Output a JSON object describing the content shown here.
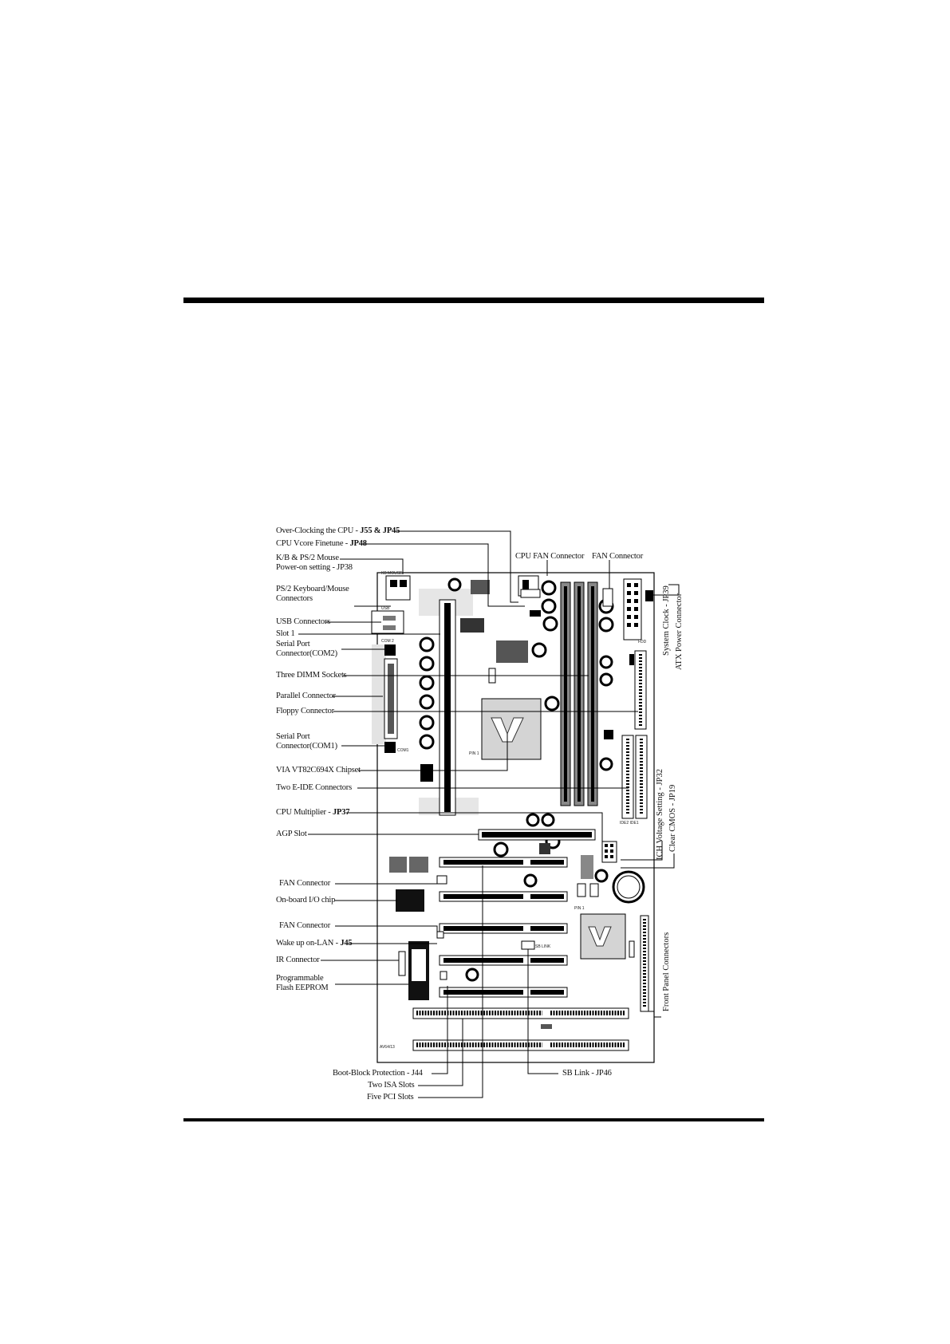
{
  "left_labels": [
    {
      "id": "overclock",
      "pre": "Over-Clocking the CPU  - ",
      "bold": "J55 & JP45",
      "lines": null
    },
    {
      "id": "vcore",
      "pre": "CPU Vcore Finetune - ",
      "bold": "JP48",
      "lines": null
    },
    {
      "id": "kb-power",
      "pre": "",
      "bold": "",
      "lines": [
        "K/B & PS/2 Mouse",
        "Power-on setting - JP38"
      ]
    },
    {
      "id": "ps2",
      "pre": "",
      "bold": "",
      "lines": [
        "PS/2 Keyboard/Mouse",
        "Connectors"
      ]
    },
    {
      "id": "usb",
      "pre": "USB Connectors",
      "bold": "",
      "lines": null
    },
    {
      "id": "slot1",
      "pre": "Slot 1",
      "bold": "",
      "lines": null
    },
    {
      "id": "com2",
      "pre": "",
      "bold": "",
      "lines": [
        "Serial Port",
        "Connector(COM2)"
      ]
    },
    {
      "id": "dimm",
      "pre": "Three DIMM Sockets",
      "bold": "",
      "lines": null
    },
    {
      "id": "parallel",
      "pre": "Parallel Connector",
      "bold": "",
      "lines": null
    },
    {
      "id": "floppy",
      "pre": "Floppy Connector",
      "bold": "",
      "lines": null
    },
    {
      "id": "com1",
      "pre": "",
      "bold": "",
      "lines": [
        "Serial Port",
        "Connector(COM1)"
      ]
    },
    {
      "id": "chipset",
      "pre": "VIA VT82C694X Chipset",
      "bold": "",
      "lines": null
    },
    {
      "id": "ide",
      "pre": "Two E-IDE Connectors",
      "bold": "",
      "lines": null
    },
    {
      "id": "multiplier",
      "pre": "CPU Multiplier - ",
      "bold": "JP37",
      "lines": null
    },
    {
      "id": "agp",
      "pre": "AGP Slot",
      "bold": "",
      "lines": null
    },
    {
      "id": "fan1",
      "pre": "FAN Connector",
      "bold": "",
      "lines": null
    },
    {
      "id": "io-chip",
      "pre": "On-board I/O chip",
      "bold": "",
      "lines": null
    },
    {
      "id": "fan2",
      "pre": "FAN Connector",
      "bold": "",
      "lines": null
    },
    {
      "id": "wol",
      "pre": "Wake up on-LAN - ",
      "bold": "J45",
      "lines": null
    },
    {
      "id": "ir",
      "pre": "IR Connector",
      "bold": "",
      "lines": null
    },
    {
      "id": "eeprom",
      "pre": "",
      "bold": "",
      "lines": [
        "Programmable",
        "Flash EEPROM"
      ]
    }
  ],
  "top_labels": {
    "cpu_fan": "CPU  FAN Connector",
    "fan": "FAN Connector"
  },
  "right_labels": {
    "system_clock": "System Clock - JP39",
    "atx_power": "ATX Power Connector",
    "ich_voltage": "ICH Voltage Setting - JP32",
    "clear_cmos": "Clear CMOS - JP19",
    "front_panel": "Front Panel Connectors"
  },
  "bottom_labels": {
    "boot_block": "Boot-Block Protection - J44",
    "isa": "Two ISA Slots",
    "pci": "Five PCI Slots",
    "sb_link": "SB Link - JP46"
  },
  "board_marks": {
    "model": "AV64/13",
    "sb_link": "SB LINK",
    "pin1a": "PIN 1",
    "pin1b": "PIN 1",
    "com2": "COM 2",
    "com1": "COM1",
    "usb": "USB",
    "mouse": "KB  MOUSE",
    "ide": "IDE2  IDE1",
    "fdd": "FDD"
  }
}
